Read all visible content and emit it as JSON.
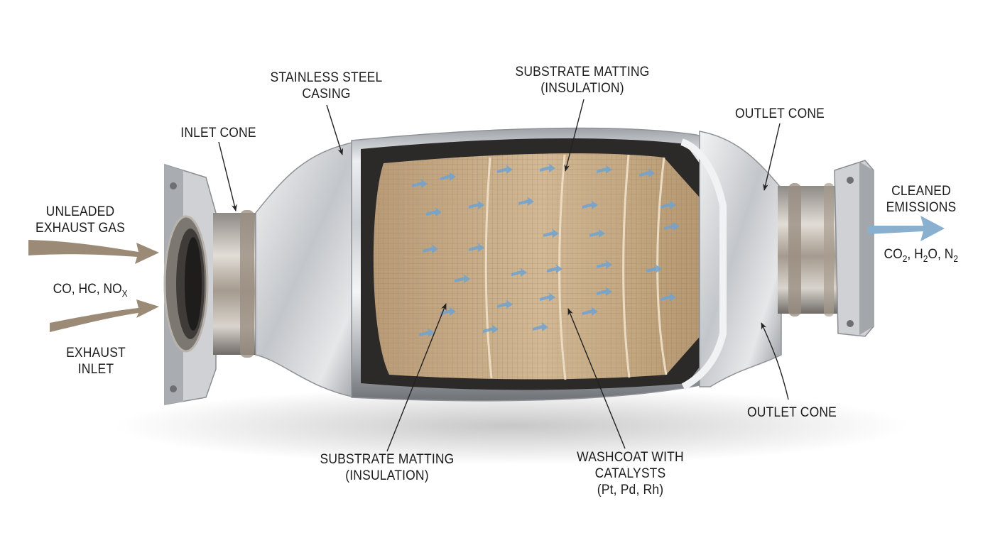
{
  "labels": {
    "casing": [
      "STAINLESS STEEL",
      "CASING"
    ],
    "matting_top": [
      "SUBSTRATE MATTING",
      "(INSULATION)"
    ],
    "inlet_cone": "INLET CONE",
    "outlet_cone_top": "OUTLET CONE",
    "unleaded": [
      "UNLEADED",
      "EXHAUST GAS"
    ],
    "pollutants": {
      "co_hc": "CO, HC, NO",
      "nox_sub": "X"
    },
    "exhaust_inlet": [
      "EXHAUST",
      "INLET"
    ],
    "cleaned": [
      "CLEANED",
      "EMISSIONS"
    ],
    "products": {
      "co": "CO",
      "co_sub": "2",
      "h": ", H",
      "h_sub": "2",
      "o": "O, N",
      "n_sub": "2"
    },
    "outlet_cone_bottom": "OUTLET CONE",
    "matting_bottom": [
      "SUBSTRATE MATTING",
      "(INSULATION)"
    ],
    "washcoat": [
      "WASHCOAT WITH",
      "CATALYSTS",
      "(Pt, Pd, Rh)"
    ]
  },
  "colors": {
    "steel_light": "#e9eaec",
    "steel_mid": "#b9bcc0",
    "steel_dark": "#7b7f85",
    "substrate": "#c9ad8a",
    "substrate_line": "#e8d7bd",
    "matting": "#2a2a2a",
    "flow_arrow": "#6f9fc9",
    "inlet_arrow": "#9a8a76",
    "outlet_arrow": "#8ab0d0"
  }
}
